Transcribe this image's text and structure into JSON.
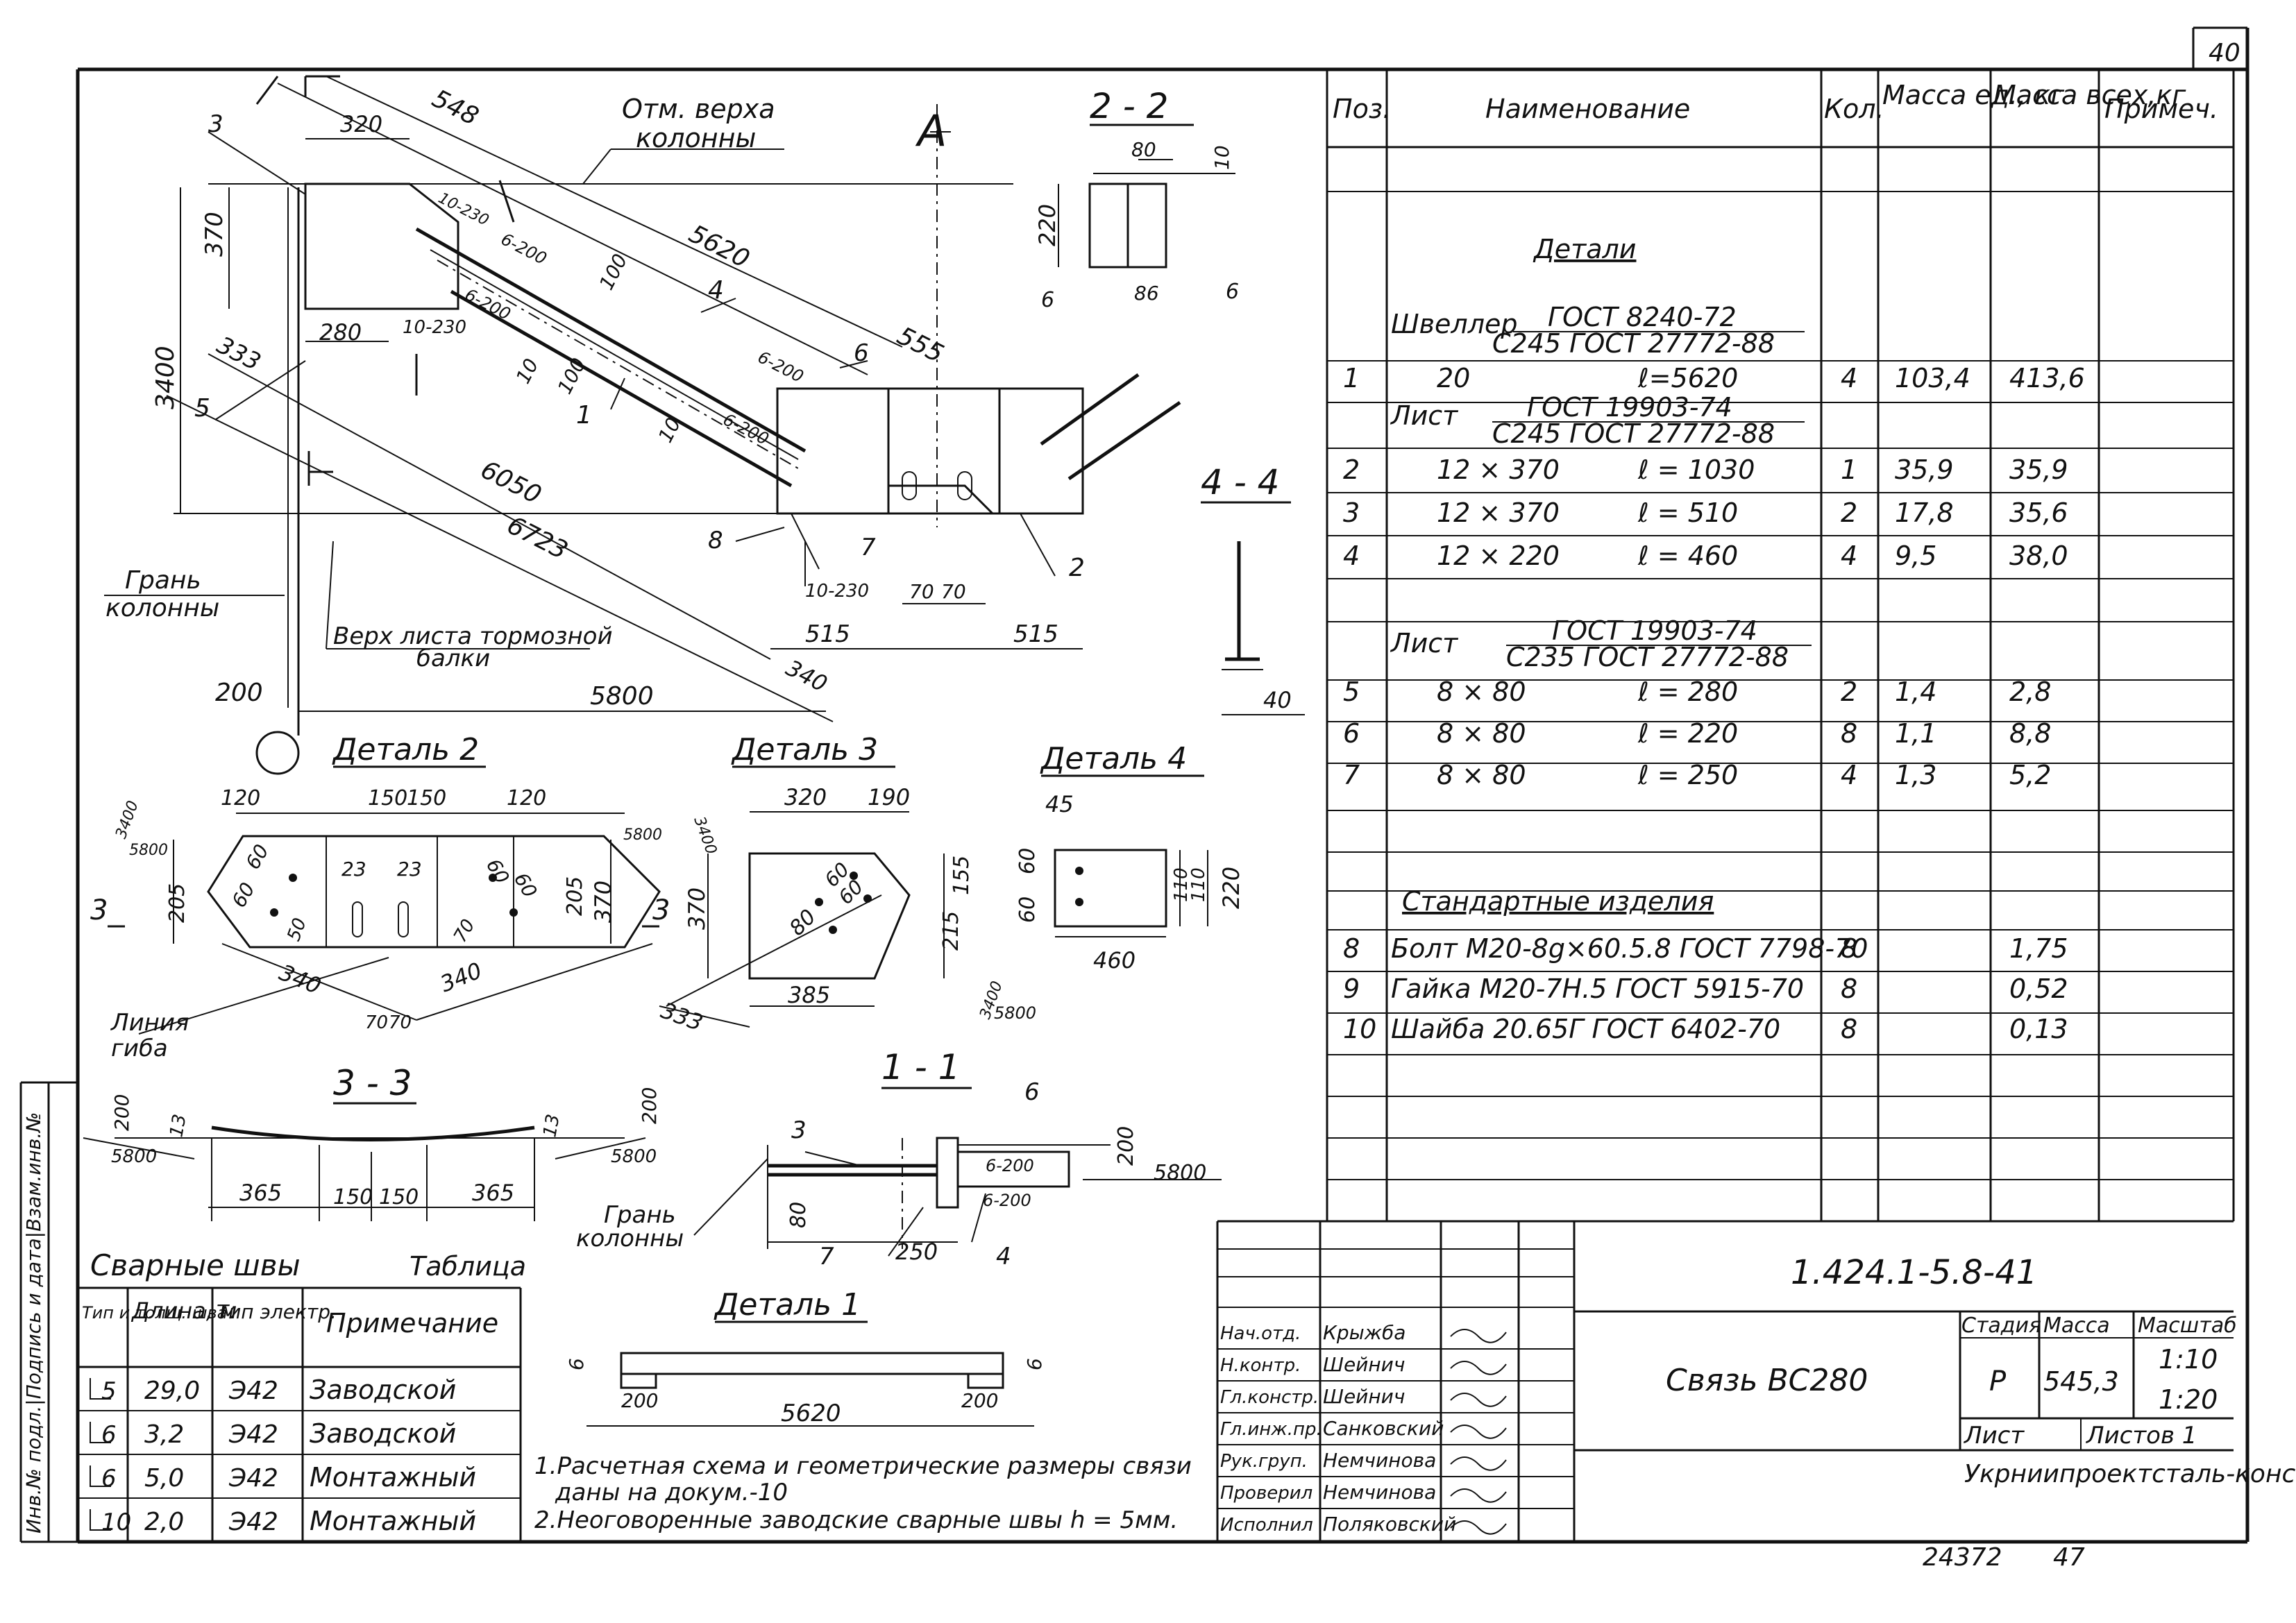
{
  "sheet": {
    "page_number": "40",
    "footer_left": "24372",
    "footer_right": "47",
    "side_stamp": "Инв.№ подл.|Подпись и дата|Взам.инв.№"
  },
  "spec": {
    "headers": {
      "pos": "Поз.",
      "name": "Наименование",
      "qty": "Кол.",
      "mass_unit": "Масса ед., кг",
      "mass_total": "Масса всех,кг",
      "note": "Примеч."
    },
    "section_details": "Детали",
    "group_channel": {
      "name": "Швеллер",
      "std_top": "ГОСТ 8240-72",
      "std_bottom": "С245 ГОСТ 27772-88"
    },
    "group_sheet1": {
      "name": "Лист",
      "std_top": "ГОСТ 19903-74",
      "std_bottom": "С245 ГОСТ 27772-88"
    },
    "group_sheet2": {
      "name": "Лист",
      "std_top": "ГОСТ 19903-74",
      "std_bottom": "С235 ГОСТ 27772-88"
    },
    "section_standard": "Стандартные изделия",
    "rows": [
      {
        "pos": "1",
        "size": "20",
        "len": "ℓ=5620",
        "qty": "4",
        "mu": "103,4",
        "mt": "413,6"
      },
      {
        "pos": "2",
        "size": "12 × 370",
        "len": "ℓ = 1030",
        "qty": "1",
        "mu": "35,9",
        "mt": "35,9"
      },
      {
        "pos": "3",
        "size": "12 × 370",
        "len": "ℓ = 510",
        "qty": "2",
        "mu": "17,8",
        "mt": "35,6"
      },
      {
        "pos": "4",
        "size": "12 × 220",
        "len": "ℓ = 460",
        "qty": "4",
        "mu": "9,5",
        "mt": "38,0"
      },
      {
        "pos": "5",
        "size": "8 × 80",
        "len": "ℓ = 280",
        "qty": "2",
        "mu": "1,4",
        "mt": "2,8"
      },
      {
        "pos": "6",
        "size": "8 × 80",
        "len": "ℓ = 220",
        "qty": "8",
        "mu": "1,1",
        "mt": "8,8"
      },
      {
        "pos": "7",
        "size": "8 × 80",
        "len": "ℓ = 250",
        "qty": "4",
        "mu": "1,3",
        "mt": "5,2"
      },
      {
        "pos": "8",
        "name": "Болт М20-8g×60.5.8 ГОСТ 7798-70",
        "qty": "8",
        "mt": "1,75"
      },
      {
        "pos": "9",
        "name": "Гайка М20-7Н.5 ГОСТ 5915-70",
        "qty": "8",
        "mt": "0,52"
      },
      {
        "pos": "10",
        "name": "Шайба 20.65Г ГОСТ 6402-70",
        "qty": "8",
        "mt": "0,13"
      }
    ]
  },
  "title_block": {
    "doc_code": "1.424.1-5.8-41",
    "title": "Связь ВС280",
    "stage_label": "Стадия",
    "mass_label": "Масса",
    "scale_label": "Масштаб",
    "stage": "Р",
    "mass": "545,3",
    "scale1": "1:10",
    "scale2": "1:20",
    "sheet_label": "Лист",
    "sheets_label": "Листов 1",
    "org": "Укрниипроектсталь-конструкция",
    "signers": [
      {
        "role": "Нач.отд.",
        "name": "Крыжба"
      },
      {
        "role": "Н.контр.",
        "name": "Шейнич"
      },
      {
        "role": "Гл.констр.",
        "name": "Шейнич"
      },
      {
        "role": "Гл.инж.пр.",
        "name": "Санковский"
      },
      {
        "role": "Рук.груп.",
        "name": "Немчинова"
      },
      {
        "role": "Проверил",
        "name": "Немчинова"
      },
      {
        "role": "Исполнил",
        "name": "Поляковский"
      }
    ]
  },
  "welds": {
    "title": "Сварные швы",
    "table_label": "Таблица",
    "headers": {
      "type": "Тип и толщ. шва",
      "length": "Длина, м",
      "electrode": "Тип электр.",
      "note": "Примечание"
    },
    "rows": [
      {
        "type": "5",
        "length": "29,0",
        "electrode": "Э42",
        "note": "Заводской"
      },
      {
        "type": "6",
        "length": "3,2",
        "electrode": "Э42",
        "note": "Заводской"
      },
      {
        "type": "6",
        "length": "5,0",
        "electrode": "Э42",
        "note": "Монтажный"
      },
      {
        "type": "10",
        "length": "2,0",
        "electrode": "Э42",
        "note": "Монтажный"
      }
    ]
  },
  "notes": {
    "n1a": "1.Расчетная схема и геометрические размеры связи",
    "n1b": "даны на докум.-10",
    "n2": "2.Неоговоренные заводские сварные швы  h = 5мм."
  },
  "main_view": {
    "label_top": "Отм. верха",
    "label_top2": "колонны",
    "face_col1": "Грань",
    "face_col2": "колонны",
    "brake1": "Верх листа тормозной",
    "brake2": "балки",
    "dims": [
      "548",
      "320",
      "370",
      "280",
      "3400",
      "333",
      "5620",
      "555",
      "6050",
      "6723",
      "515",
      "515",
      "340",
      "5800",
      "200",
      "70",
      "70",
      "100",
      "100",
      "10",
      "10",
      "6-200",
      "6-200",
      "6-200",
      "6-200",
      "10-230",
      "10-230",
      "10-230"
    ],
    "labels": [
      "1",
      "2",
      "3",
      "4",
      "5",
      "6",
      "7",
      "8",
      "А"
    ]
  },
  "section_22": {
    "title": "2 - 2",
    "dims": [
      "80",
      "10",
      "220",
      "86",
      "6",
      "6"
    ]
  },
  "section_44": {
    "title": "4 - 4",
    "dims": [
      "40"
    ]
  },
  "detail2": {
    "title": "Деталь 2",
    "dims": [
      "120",
      "150",
      "150",
      "120",
      "60",
      "60",
      "23",
      "23",
      "205",
      "205",
      "370",
      "50",
      "70",
      "340",
      "340",
      "70",
      "70",
      "60",
      "60",
      "3400",
      "5800",
      "3400",
      "5800"
    ],
    "line_label1": "Линия",
    "line_label2": "гиба"
  },
  "detail3": {
    "title": "Деталь 3",
    "dims": [
      "320",
      "190",
      "155",
      "370",
      "60",
      "60",
      "80",
      "215",
      "385",
      "333",
      "3400",
      "5800"
    ]
  },
  "detail4": {
    "title": "Деталь 4",
    "dims": [
      "45",
      "60",
      "60",
      "110",
      "110",
      "220",
      "460"
    ]
  },
  "section_33": {
    "title": "3 - 3",
    "dims": [
      "200",
      "13",
      "5800",
      "365",
      "150",
      "150",
      "365",
      "13",
      "200",
      "5800"
    ]
  },
  "section_11": {
    "title": "1 - 1",
    "dims": [
      "3",
      "6",
      "200",
      "5800",
      "80",
      "250",
      "7",
      "4",
      "6-200",
      "6-200"
    ],
    "face1": "Грань",
    "face2": "колонны"
  },
  "detail1": {
    "title": "Деталь 1",
    "dims": [
      "6",
      "6",
      "200",
      "200",
      "5620"
    ]
  }
}
